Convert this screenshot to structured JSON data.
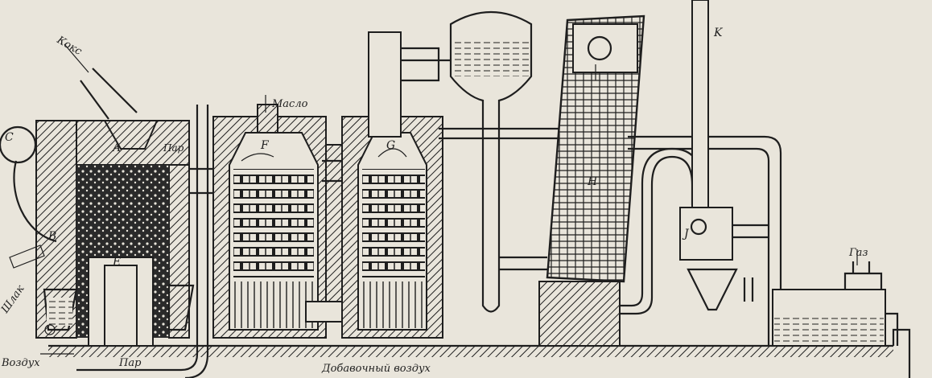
{
  "title": "Water gas plant schematic",
  "labels": {
    "coke": "Кокс",
    "oil": "Масло",
    "a": "A",
    "steam_top": "Пар",
    "c": "C",
    "b": "B",
    "e": "E",
    "f": "F",
    "g": "G",
    "h": "H",
    "j": "J",
    "k": "K",
    "gas": "Газ",
    "slag": "Шлак",
    "air": "Воздух",
    "steam_bottom": "Пар",
    "extra_air": "Добавочный воздух"
  },
  "colors": {
    "ink": "#1e1e1e",
    "paper": "#e9e5db"
  }
}
